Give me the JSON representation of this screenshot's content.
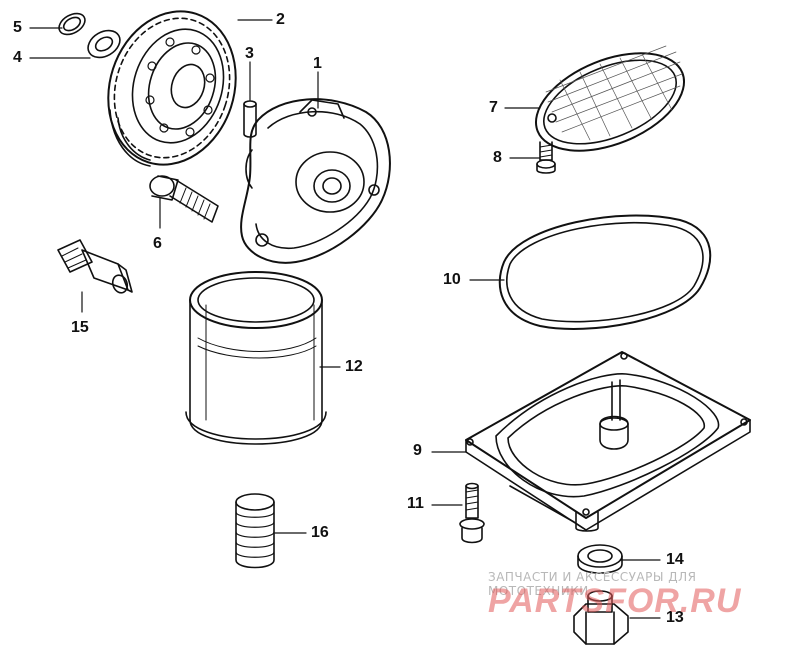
{
  "callouts": [
    {
      "id": "1",
      "label": "1"
    },
    {
      "id": "2",
      "label": "2"
    },
    {
      "id": "3",
      "label": "3"
    },
    {
      "id": "4",
      "label": "4"
    },
    {
      "id": "5",
      "label": "5"
    },
    {
      "id": "6",
      "label": "6"
    },
    {
      "id": "7",
      "label": "7"
    },
    {
      "id": "8",
      "label": "8"
    },
    {
      "id": "9",
      "label": "9"
    },
    {
      "id": "10",
      "label": "10"
    },
    {
      "id": "11",
      "label": "11"
    },
    {
      "id": "12",
      "label": "12"
    },
    {
      "id": "13",
      "label": "13"
    },
    {
      "id": "14",
      "label": "14"
    },
    {
      "id": "15",
      "label": "15"
    },
    {
      "id": "16",
      "label": "16"
    }
  ],
  "watermark": {
    "tagline": "ЗАПЧАСТИ И АКСЕССУАРЫ ДЛЯ МОТОТЕХНИКИ",
    "logo": "PARTSFOR.RU",
    "logo_color": "#e25a5a"
  },
  "colors": {
    "line": "#111111",
    "background": "#ffffff"
  }
}
